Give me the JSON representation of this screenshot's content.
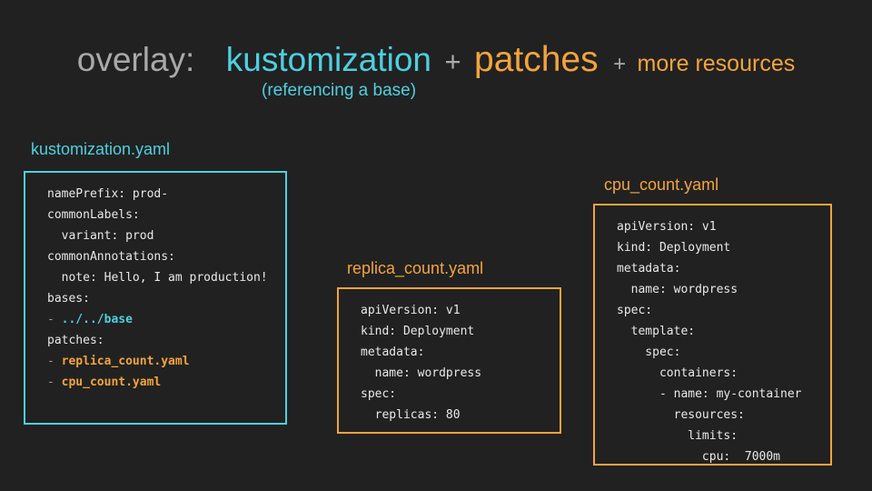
{
  "colors": {
    "background": "#212121",
    "cyan": "#4dd0e1",
    "orange": "#f3a43b",
    "title_gray": "#a9a9a9",
    "code": "#e8e8e8",
    "dim": "#9e9e9e"
  },
  "title": {
    "part1": "overlay:",
    "part2": "kustomization",
    "plus1": "+",
    "part3": "patches",
    "plus2": "+",
    "part4": "more resources",
    "subtitle": "(referencing a base)"
  },
  "panels": [
    {
      "id": "kustomization",
      "label": "kustomization.yaml",
      "label_color": "cyan",
      "border_color": "cyan",
      "lines": [
        [
          {
            "t": "namePrefix: prod-"
          }
        ],
        [
          {
            "t": "commonLabels:"
          }
        ],
        [
          {
            "t": "  variant: prod"
          }
        ],
        [
          {
            "t": "commonAnnotations:"
          }
        ],
        [
          {
            "t": "  note: Hello, I am production!"
          }
        ],
        [
          {
            "t": "bases:"
          }
        ],
        [
          {
            "t": "- ",
            "c": "dim"
          },
          {
            "t": "../../base",
            "c": "cyan",
            "b": true
          }
        ],
        [
          {
            "t": "patches:"
          }
        ],
        [
          {
            "t": "- ",
            "c": "dim"
          },
          {
            "t": "replica_count.yaml",
            "c": "orange",
            "b": true
          }
        ],
        [
          {
            "t": "- ",
            "c": "dim"
          },
          {
            "t": "cpu_count.yaml",
            "c": "orange",
            "b": true
          }
        ]
      ]
    },
    {
      "id": "replica",
      "label": "replica_count.yaml",
      "label_color": "orange",
      "border_color": "orange",
      "lines": [
        [
          {
            "t": "apiVersion: v1"
          }
        ],
        [
          {
            "t": "kind: Deployment"
          }
        ],
        [
          {
            "t": "metadata:"
          }
        ],
        [
          {
            "t": "  name: wordpress"
          }
        ],
        [
          {
            "t": "spec:"
          }
        ],
        [
          {
            "t": "  replicas: 80"
          }
        ]
      ]
    },
    {
      "id": "cpu",
      "label": "cpu_count.yaml",
      "label_color": "orange",
      "border_color": "orange",
      "lines": [
        [
          {
            "t": "apiVersion: v1"
          }
        ],
        [
          {
            "t": "kind: Deployment"
          }
        ],
        [
          {
            "t": "metadata:"
          }
        ],
        [
          {
            "t": "  name: wordpress"
          }
        ],
        [
          {
            "t": "spec:"
          }
        ],
        [
          {
            "t": "  template:"
          }
        ],
        [
          {
            "t": "    spec:"
          }
        ],
        [
          {
            "t": "      containers:"
          }
        ],
        [
          {
            "t": "      - name: my-container"
          }
        ],
        [
          {
            "t": "        resources:"
          }
        ],
        [
          {
            "t": "          limits:"
          }
        ],
        [
          {
            "t": "            cpu:  7000m"
          }
        ]
      ]
    }
  ]
}
